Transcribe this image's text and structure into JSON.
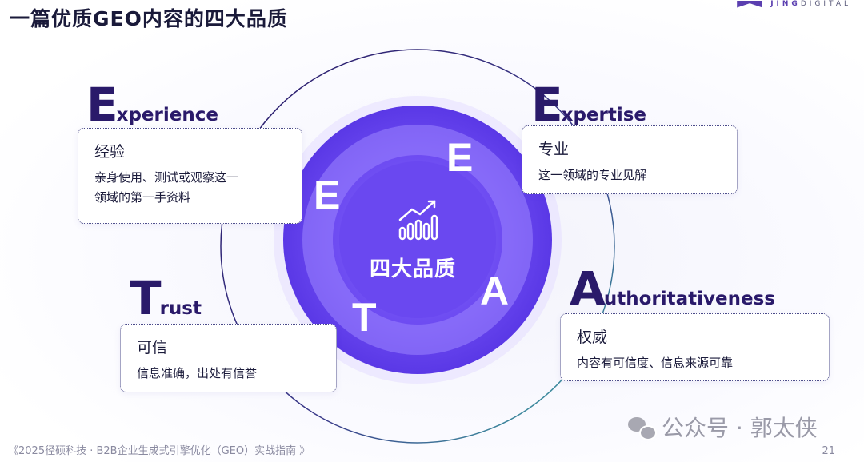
{
  "title": "一篇优质GEO内容的四大品质",
  "logo": {
    "bold": "JING",
    "rest": "DIGITAL"
  },
  "center": {
    "label": "四大品质",
    "icon": "growth-chart-icon",
    "letters": [
      "E",
      "E",
      "A",
      "T"
    ]
  },
  "cards": {
    "experience": {
      "initial": "E",
      "rest": "xperience",
      "title": "经验",
      "lines": [
        "亲身使用、测试或观察这一",
        "领域的第一手资料"
      ]
    },
    "expertise": {
      "initial": "E",
      "rest": "xpertise",
      "title": "专业",
      "lines": [
        "这一领域的专业见解"
      ]
    },
    "authority": {
      "initial": "A",
      "rest": "uthoritativeness",
      "title": "权威",
      "lines": [
        "内容有可信度、信息来源可靠"
      ]
    },
    "trust": {
      "initial": "T",
      "rest": "rust",
      "title": "可信",
      "lines": [
        "信息准确，出处有信誉"
      ]
    }
  },
  "footer": "《2025径硕科技 · B2B企业生成式引擎优化（GEO）实战指南 》",
  "page": "21",
  "watermark": "公众号 · 郭太侠",
  "colors": {
    "accent": "#5b3fe6",
    "dark": "#2a1a6a"
  }
}
